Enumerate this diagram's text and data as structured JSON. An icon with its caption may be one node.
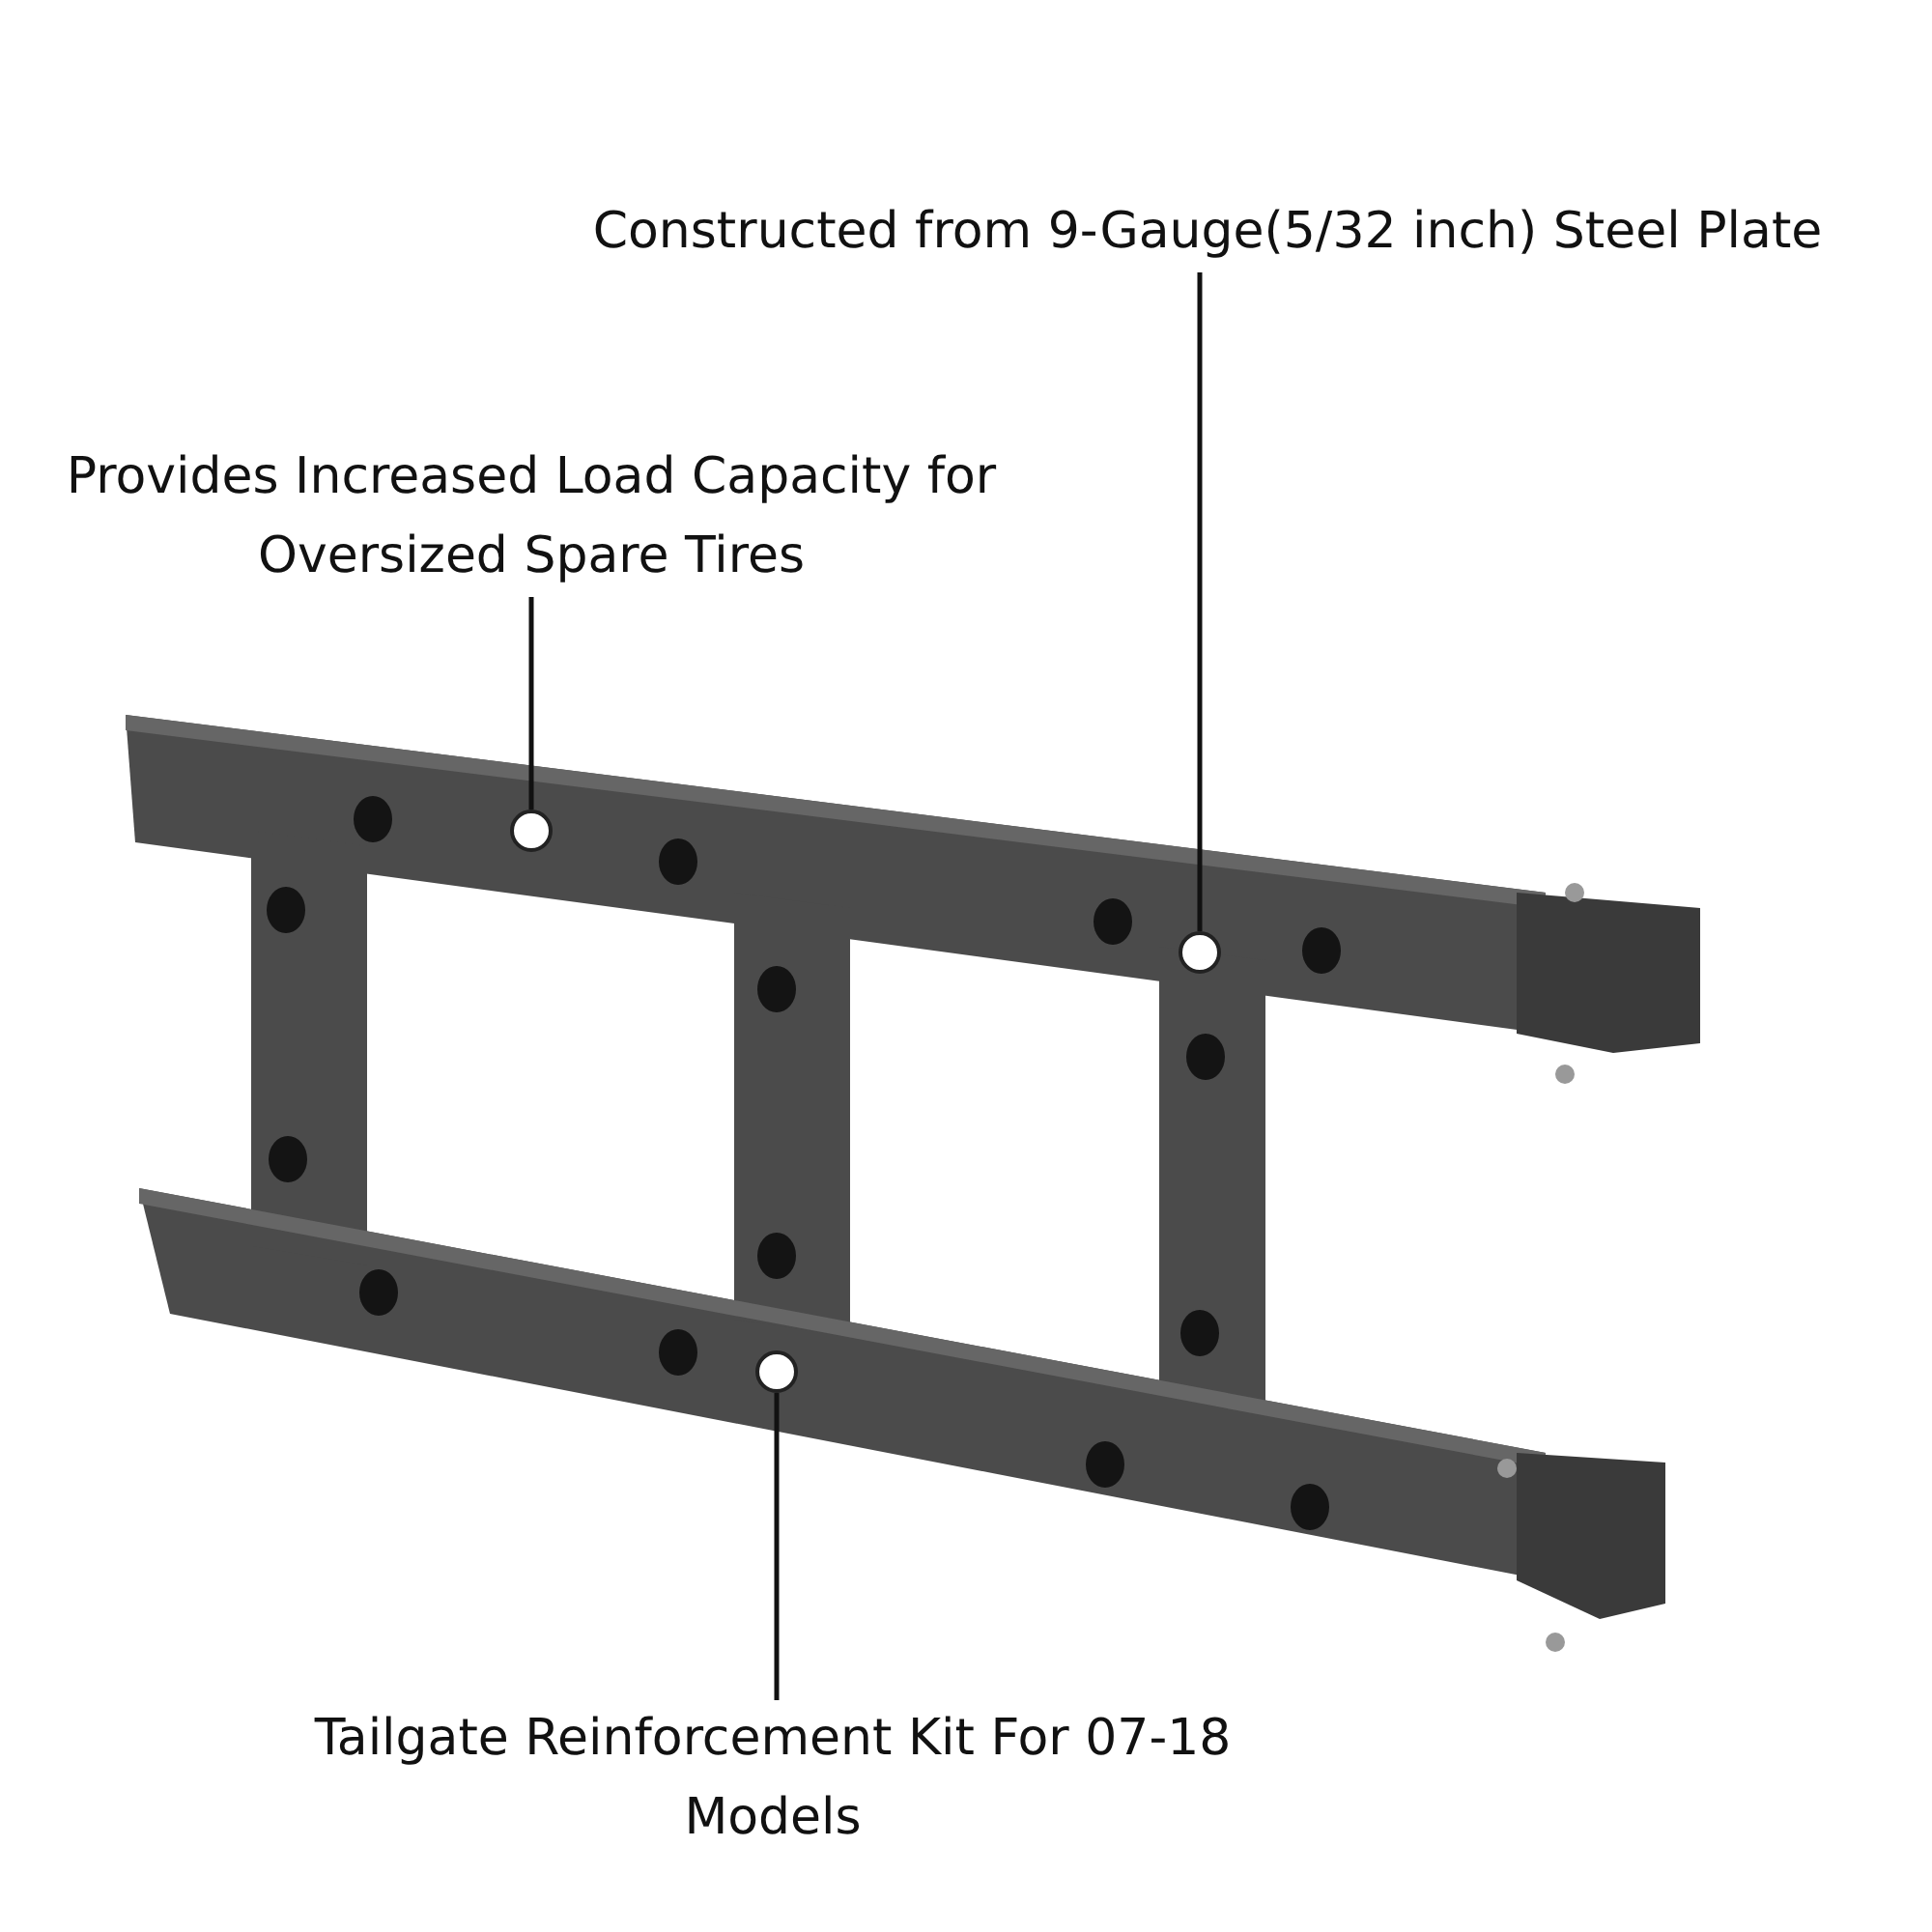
{
  "diagram": {
    "nodes": [
      {
        "text": [
          "Constructed from 9-Gauge(5/32 inch) Steel Plate"
        ]
      },
      {
        "text": [
          "Provides Increased Load Capacity for Oversized Spare Tires"
        ]
      },
      {
        "text": [
          "Tailgate Reinforcement Kit For 07-18 Models"
        ]
      },
      {
        "text": [],
        "shape": "circle"
      },
      {
        "text": [],
        "shape": "circle"
      },
      {
        "text": [],
        "shape": "circle"
      }
    ],
    "edges": [
      {
        "from": 1,
        "to": 3,
        "arrow": "none"
      },
      {
        "from": 2,
        "to": 4,
        "arrow": "none"
      },
      {
        "from": 0,
        "to": 5,
        "arrow": "none"
      }
    ]
  }
}
